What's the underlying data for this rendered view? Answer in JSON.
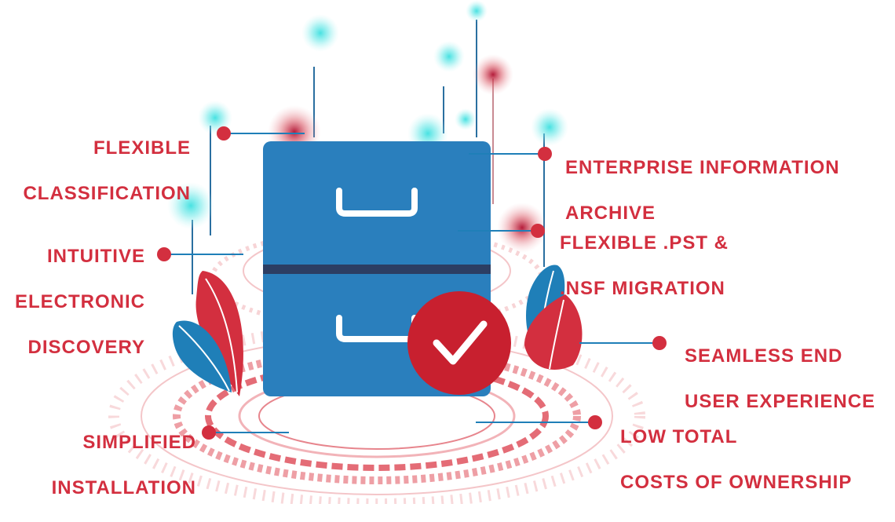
{
  "colors": {
    "accent_red": "#d32f3f",
    "cabinet_blue": "#2a7fbd",
    "connector_blue": "#1f7fb8",
    "glow_teal": "#3ee0e0"
  },
  "icons": {
    "cabinet": "filing-cabinet-icon",
    "check": "checkmark-badge-icon"
  },
  "features": [
    {
      "line1": "FLEXIBLE",
      "line2": "CLASSIFICATION"
    },
    {
      "line1": "INTUITIVE",
      "line2": "ELECTRONIC",
      "line3": "DISCOVERY"
    },
    {
      "line1": "SIMPLIFIED",
      "line2": "INSTALLATION"
    },
    {
      "line1": "ENTERPRISE INFORMATION",
      "line2": "ARCHIVE"
    },
    {
      "line1": "FLEXIBLE .PST &",
      "line2": ".NSF MIGRATION"
    },
    {
      "line1": "SEAMLESS END",
      "line2": "USER EXPERIENCE"
    },
    {
      "line1": "LOW TOTAL",
      "line2": "COSTS OF OWNERSHIP"
    }
  ]
}
